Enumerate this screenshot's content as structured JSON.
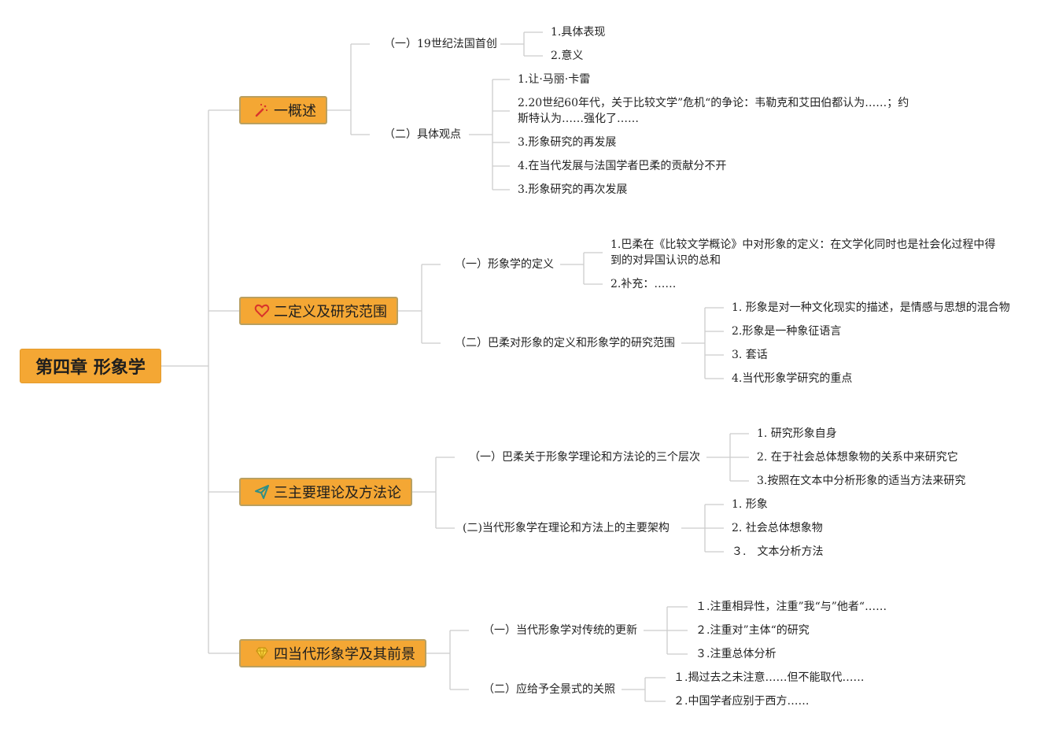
{
  "root": {
    "label": "第四章 形象学"
  },
  "sections": [
    {
      "label": "一概述",
      "icon": "magic-wand-icon",
      "subs": [
        {
          "label": "（一）19世纪法国首创",
          "items": [
            "1.具体表现",
            "2.意义"
          ]
        },
        {
          "label": "（二）具体观点",
          "items": [
            "1.让·马丽·卡雷",
            "2.20世纪60年代，关于比较文学”危机“的争论：韦勒克和艾田伯都认为……；约斯特认为……强化了……",
            "3.形象研究的再发展",
            "4.在当代发展与法国学者巴柔的贡献分不开",
            "3.形象研究的再次发展"
          ]
        }
      ]
    },
    {
      "label": "二定义及研究范围",
      "icon": "heart-icon",
      "subs": [
        {
          "label": "（一）形象学的定义",
          "items": [
            "1.巴柔在《比较文学概论》中对形象的定义：在文学化同时也是社会化过程中得到的对异国认识的总和",
            "2.补充：……"
          ]
        },
        {
          "label": "（二）巴柔对形象的定义和形象学的研究范围",
          "items": [
            "1. 形象是对一种文化现实的描述，是情感与思想的混合物",
            "2.形象是一种象征语言",
            "3. 套话",
            "4.当代形象学研究的重点"
          ]
        }
      ]
    },
    {
      "label": "三主要理论及方法论",
      "icon": "paper-plane-icon",
      "subs": [
        {
          "label": "（一）巴柔关于形象学理论和方法论的三个层次",
          "items": [
            "1. 研究形象自身",
            "2. 在于社会总体想象物的关系中来研究它",
            "3.按照在文本中分析形象的适当方法来研究"
          ]
        },
        {
          "label": "(二)当代形象学在理论和方法上的主要架构",
          "items": [
            "1. 形象",
            "2. 社会总体想象物",
            "３.　文本分析方法"
          ]
        }
      ]
    },
    {
      "label": "四当代形象学及其前景",
      "icon": "diamond-icon",
      "subs": [
        {
          "label": "（一）当代形象学对传统的更新",
          "items": [
            "１.注重相异性，注重”我“与”他者“……",
            "２.注重对”主体“的研究",
            "３.注重总体分析"
          ]
        },
        {
          "label": "（二）应给予全景式的关照",
          "items": [
            "１.揭过去之未注意……但不能取代……",
            "２.中国学者应别于西方……"
          ]
        }
      ]
    }
  ],
  "colors": {
    "node_fill": "#f4a734",
    "connector": "#cccccc",
    "icon_red": "#d9342b",
    "icon_teal": "#2f8f87"
  }
}
